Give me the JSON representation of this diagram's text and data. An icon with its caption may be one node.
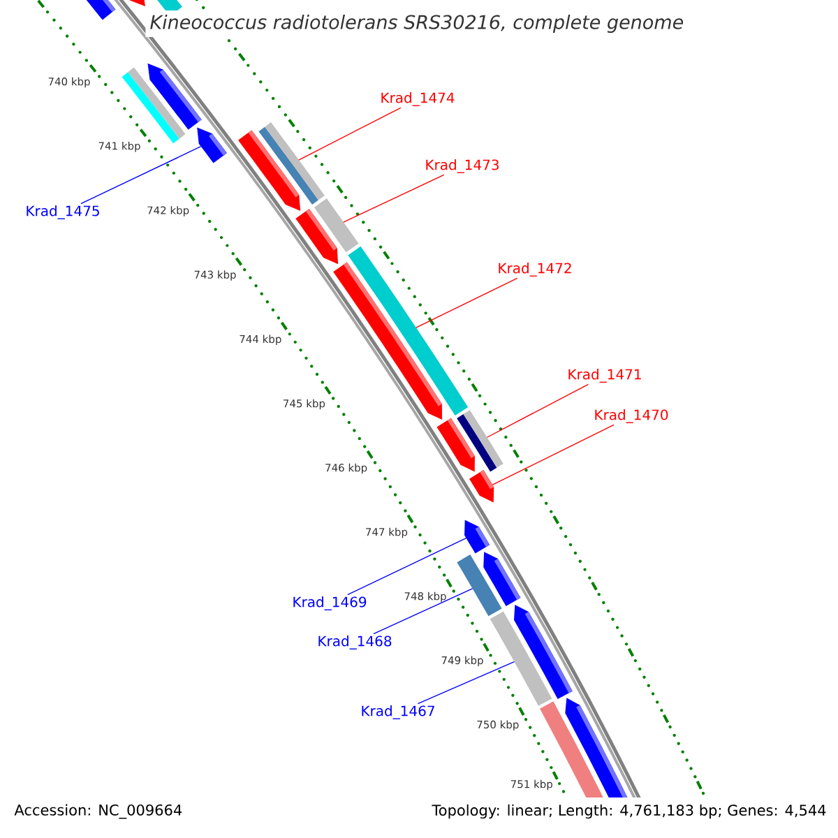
{
  "diagram": {
    "title": "Kineococcus radiotolerans SRS30216, complete genome",
    "nodes": [
      {
        "text": [
          "Krad_1474"
        ]
      },
      {
        "text": [
          "Krad_1473"
        ]
      },
      {
        "text": [
          "Krad_1472"
        ]
      },
      {
        "text": [
          "Krad_1471"
        ]
      },
      {
        "text": [
          "Krad_1470"
        ]
      },
      {
        "text": [
          "Krad_1475"
        ]
      },
      {
        "text": [
          "Krad_1469"
        ]
      },
      {
        "text": [
          "Krad_1468"
        ]
      },
      {
        "text": [
          "Krad_1467"
        ]
      },
      {
        "text": [],
        "shape": "bar"
      },
      {
        "text": [],
        "shape": "bar"
      },
      {
        "text": [],
        "shape": "bar"
      },
      {
        "text": [],
        "shape": "bar"
      },
      {
        "text": [],
        "shape": "bar"
      },
      {
        "text": [],
        "shape": "bar"
      },
      {
        "text": [],
        "shape": "bar"
      },
      {
        "text": [],
        "shape": "bar"
      },
      {
        "text": [],
        "shape": "bar"
      },
      {
        "text": [],
        "shape": "bar"
      }
    ],
    "edges": [
      {
        "from": 0,
        "to": 9,
        "arrow": "none"
      },
      {
        "from": 1,
        "to": 10,
        "arrow": "none"
      },
      {
        "from": 2,
        "to": 11,
        "arrow": "none"
      },
      {
        "from": 3,
        "to": 12,
        "arrow": "none"
      },
      {
        "from": 4,
        "to": 13,
        "arrow": "none"
      },
      {
        "from": 5,
        "to": 14,
        "arrow": "none",
        "color": "#0000ff"
      },
      {
        "from": 6,
        "to": 15,
        "arrow": "none",
        "color": "#0000ff"
      },
      {
        "from": 7,
        "to": 16,
        "arrow": "none",
        "color": "#0000ff"
      },
      {
        "from": 8,
        "to": 17,
        "arrow": "none",
        "color": "#0000ff"
      }
    ],
    "labels": [
      "740 kbp",
      "741 kbp",
      "742 kbp",
      "743 kbp",
      "744 kbp",
      "745 kbp",
      "746 kbp",
      "747 kbp",
      "748 kbp",
      "749 kbp",
      "750 kbp",
      "751 kbp",
      "Accession: NC_009664",
      "Topology: linear; Length: 4,761,183 bp; Genes: 4,544"
    ]
  }
}
